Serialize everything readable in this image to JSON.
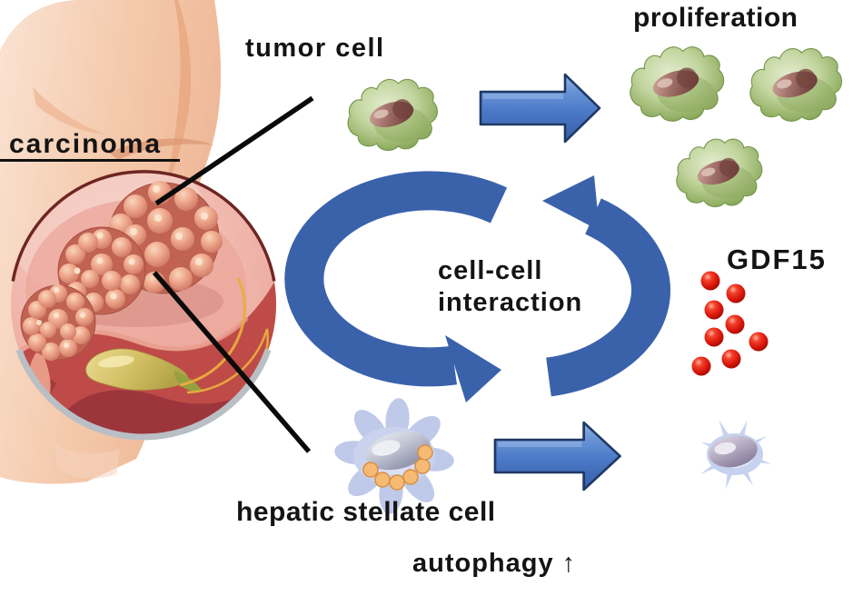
{
  "labels": {
    "carcinoma": "carcinoma",
    "tumor_cell": "tumor cell",
    "proliferation": "proliferation",
    "interaction_line1": "cell-cell",
    "interaction_line2": "interaction",
    "gdf15": "GDF15",
    "hepatic_stellate_cell": "hepatic stellate cell",
    "autophagy": "autophagy ↑"
  },
  "colors": {
    "text": "#141414",
    "connector_black": "#0a0a0a",
    "cycle_arrow_blue": "#3a62ab",
    "straight_arrow_blue": "#4b79c8",
    "arrow_outline_navy": "#1f3864",
    "gdf15_dot_red": "#dc1408",
    "tumor_cell_green": "#8fae5c",
    "tumor_nucleus_maroon": "#7a4b47",
    "stellate_cell_blue": "#c7d2ee",
    "lipid_droplet_orange": "#f2b26c",
    "carcinoma_tissue_pink": "#efb3a8",
    "liver_red": "#be4b47",
    "gallbladder_yellow": "#d8c467",
    "skin_tone": "#f3c6a8"
  },
  "graphics": [
    {
      "name": "torso-illustration",
      "desc": "skin-tone human torso fragment, top left"
    },
    {
      "name": "carcinoma-inset-circle",
      "desc": "magnified circular view of bumpy carcinoma nodules, liver tissue and gallbladder"
    },
    {
      "name": "connector-line-to-tumor-cell",
      "desc": "black line from carcinoma nodule to tumor cell"
    },
    {
      "name": "connector-line-to-stellate-cell",
      "desc": "black line from carcinoma nodule to hepatic stellate cell"
    },
    {
      "name": "tumor-cell-icon",
      "count": 1
    },
    {
      "name": "proliferation-tumor-cell-icons",
      "count": 3
    },
    {
      "name": "right-arrow-top",
      "desc": "blue arrow from tumor cell to proliferating cells"
    },
    {
      "name": "cycle-arrows",
      "desc": "two curved blue arrows forming a cell-cell interaction cycle"
    },
    {
      "name": "gdf15-dot-icons",
      "count": 8
    },
    {
      "name": "quiescent-stellate-cell-icon",
      "desc": "star-shaped cell with orange lipid droplets"
    },
    {
      "name": "right-arrow-bottom",
      "desc": "blue arrow from quiescent to activated stellate cell"
    },
    {
      "name": "activated-stellate-cell-icon",
      "desc": "spiky star-shaped cell without droplets"
    }
  ]
}
